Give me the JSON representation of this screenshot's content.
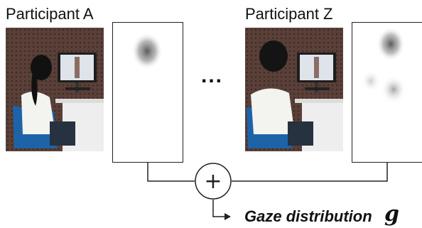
{
  "participants": [
    {
      "label": "Participant A",
      "hair": "long ponytail",
      "monitor": "gaze-target figure"
    },
    {
      "label": "Participant Z",
      "hair": "short",
      "monitor": "gaze-target figure"
    }
  ],
  "ellipsis": "...",
  "operator": "+",
  "output": {
    "label": "Gaze distribution",
    "symbol": "g"
  },
  "colors": {
    "line": "#222222",
    "wall": "#5a4038",
    "shirt": "#f3f3f0",
    "chair": "#1e63a8"
  }
}
